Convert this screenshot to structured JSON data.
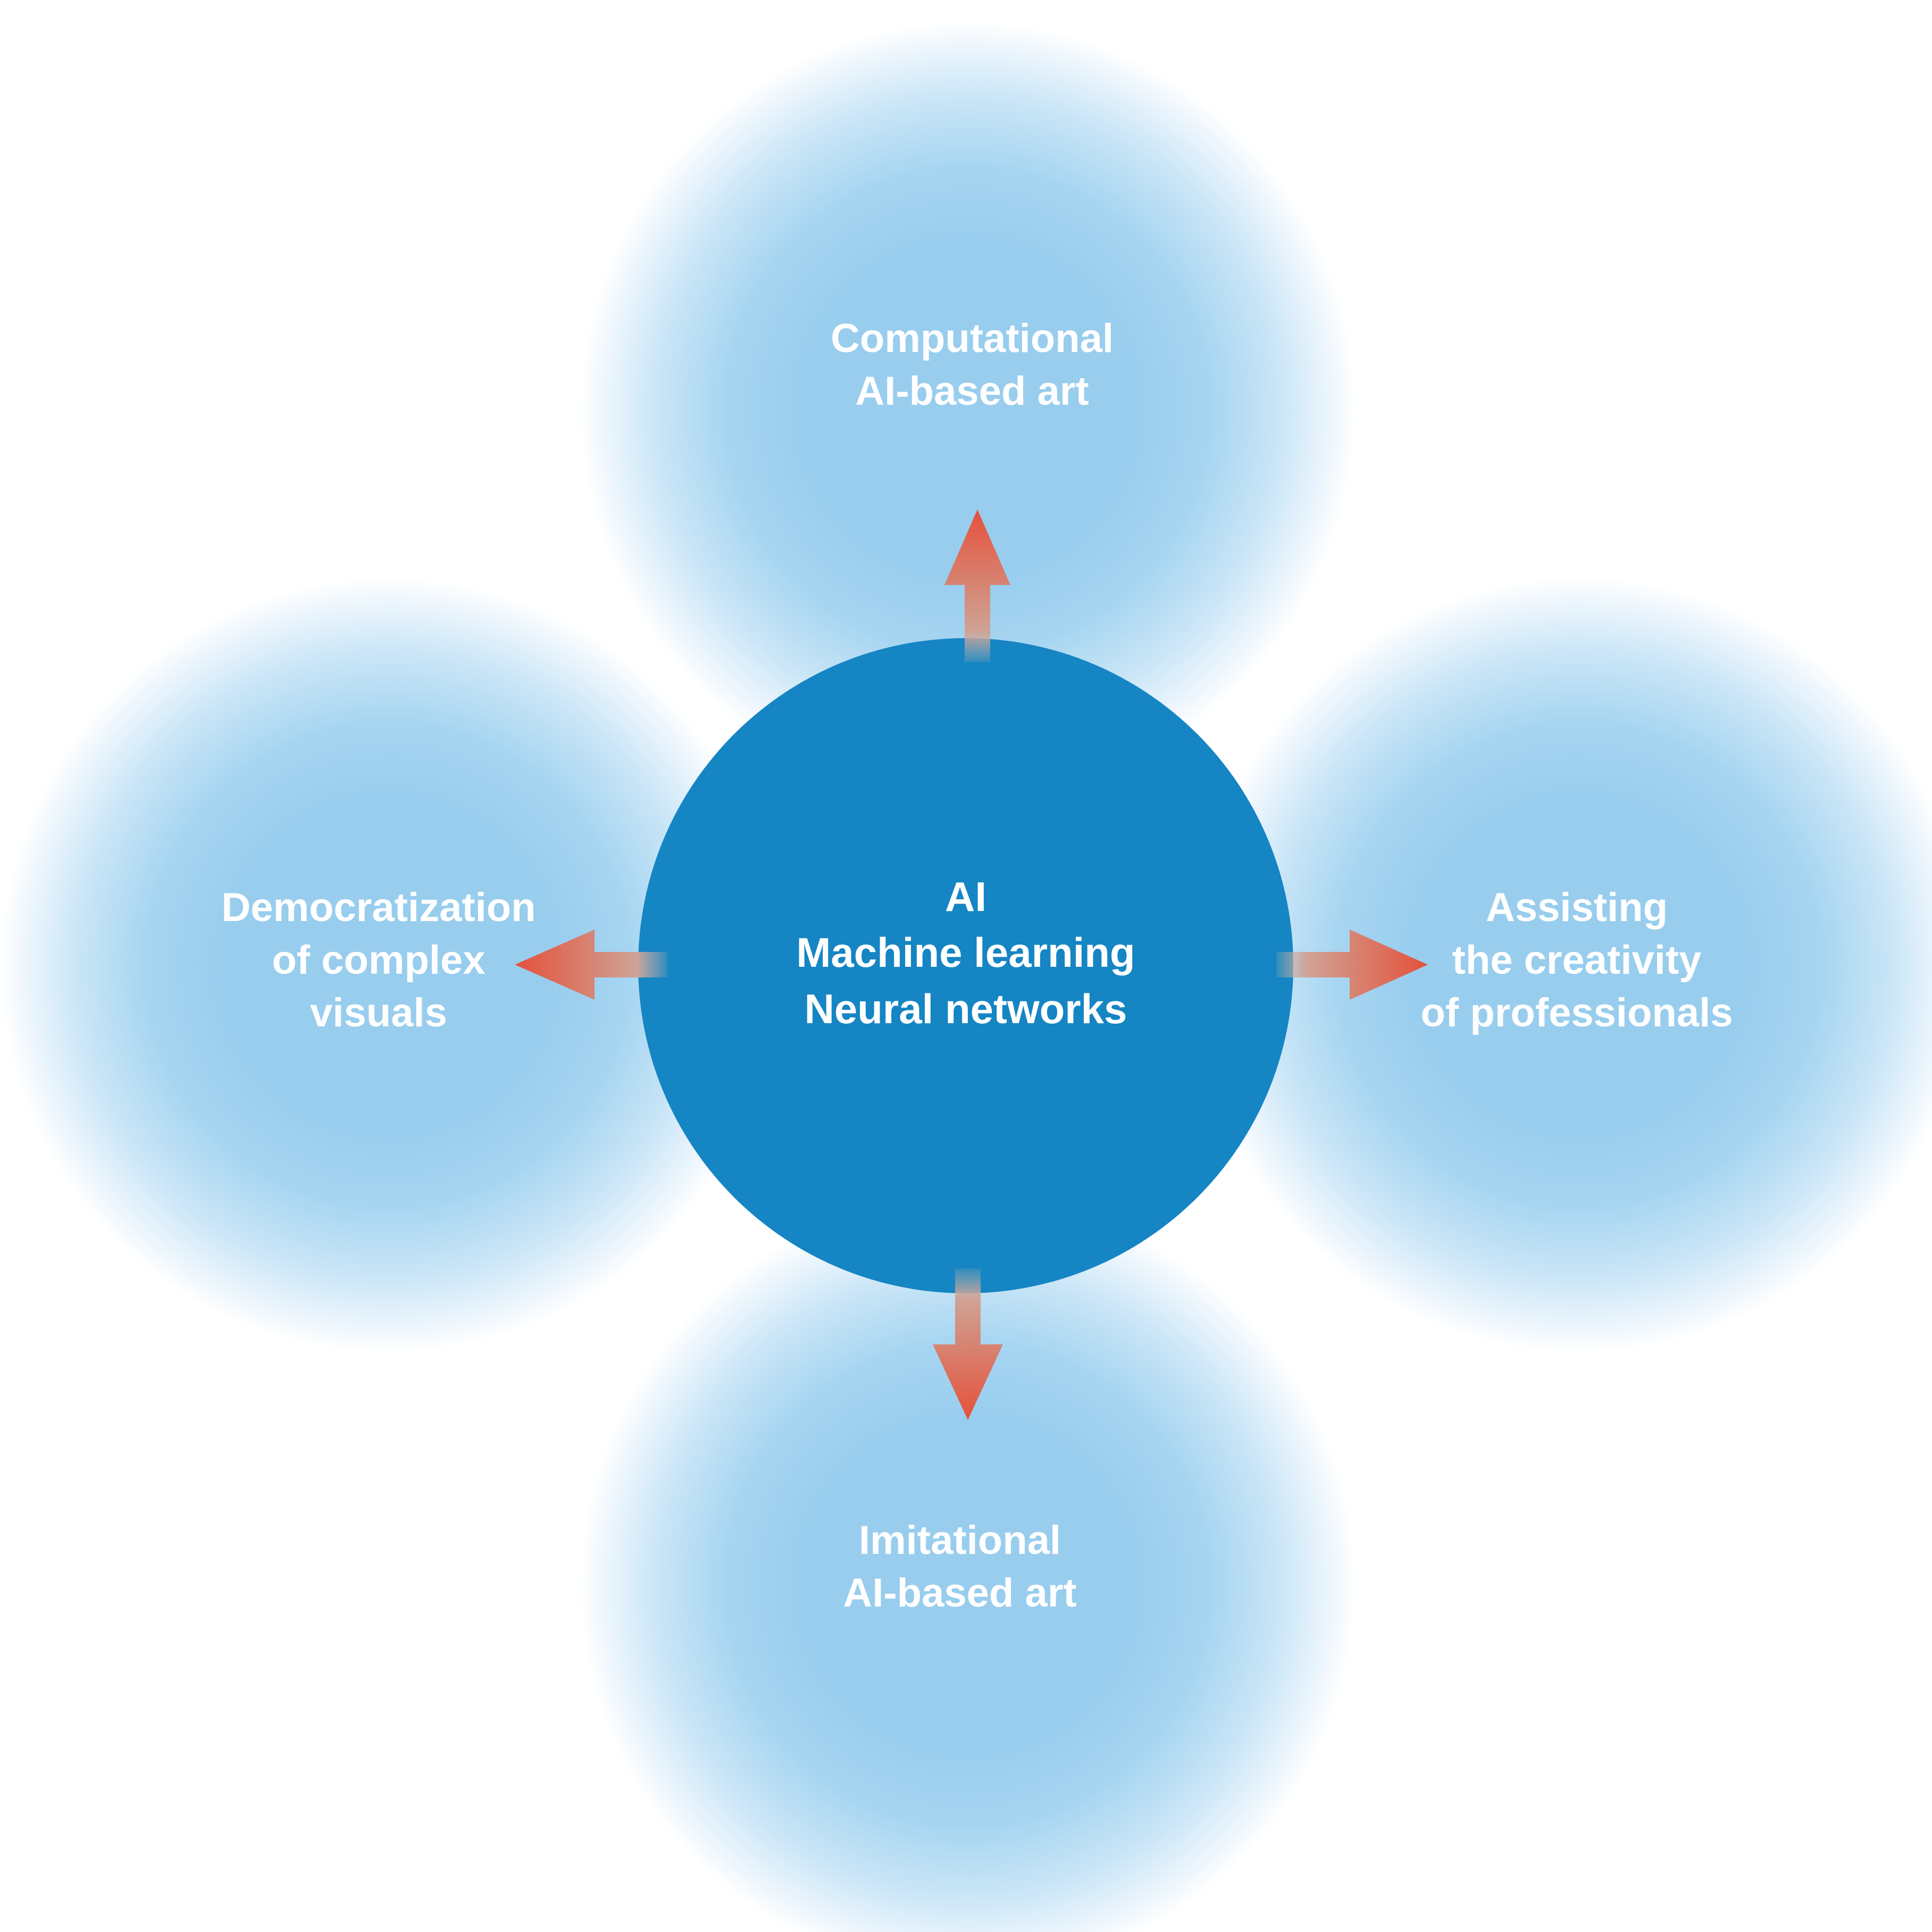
{
  "center": {
    "lines": [
      "AI",
      "Machine learning",
      "Neural networks"
    ]
  },
  "outcomes": {
    "top": [
      "Computational",
      "AI-based art"
    ],
    "left": [
      "Democratization",
      "of complex",
      "visuals"
    ],
    "right": [
      "Assisting",
      "the creativity",
      "of professionals"
    ],
    "bottom": [
      "Imitational",
      "AI-based art"
    ]
  },
  "colors": {
    "core": "#1585c3",
    "halo": "#98cdee",
    "arrow": "#e4563f",
    "text": "#ffffff"
  }
}
